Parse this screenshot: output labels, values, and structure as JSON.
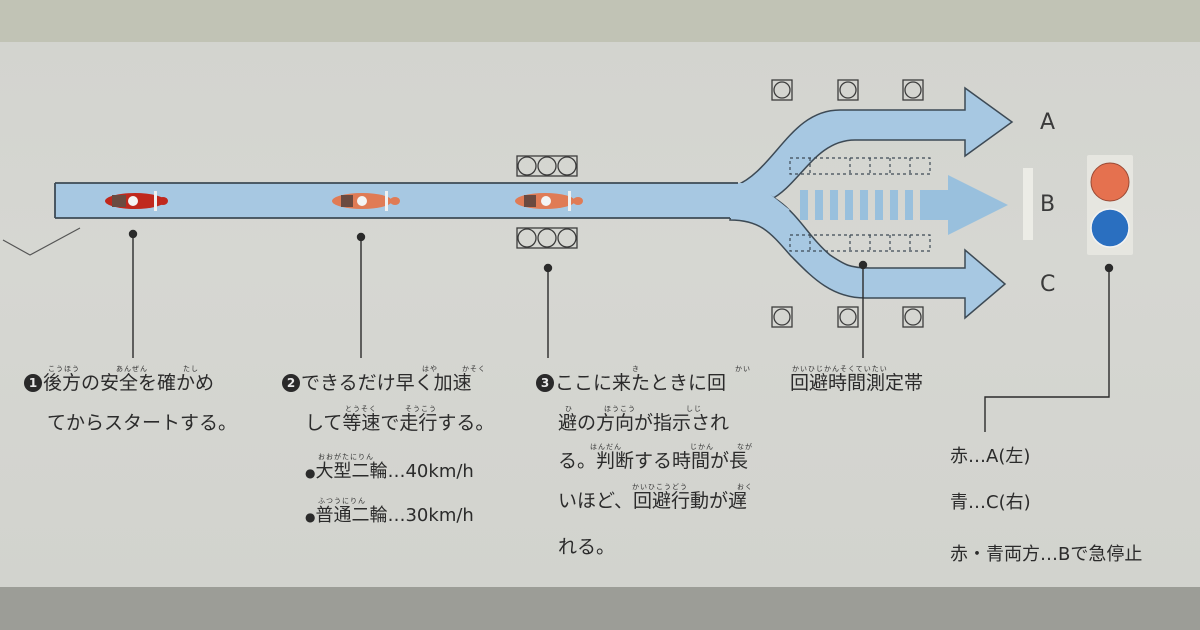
{
  "diagram": {
    "colors": {
      "lane_fill": "#a7c8e2",
      "lane_stroke": "#3d4a55",
      "signal_red": "#e5714f",
      "signal_blue": "#2a6fc0",
      "motorcycle_red": "#c0281d",
      "motorcycle_orange": "#e07b55"
    },
    "lanes": [
      {
        "id": "A",
        "label": "A"
      },
      {
        "id": "B",
        "label": "B"
      },
      {
        "id": "C",
        "label": "C"
      }
    ],
    "motorcycles": [
      {
        "position": "start",
        "color": "red"
      },
      {
        "position": "accelerating",
        "color": "orange"
      },
      {
        "position": "avoidance-point",
        "color": "orange"
      }
    ],
    "signal": {
      "lights": [
        "red",
        "blue"
      ]
    }
  },
  "captions": {
    "step1": {
      "number": "1",
      "line1": "後方の安全を確かめ",
      "line2": "てからスタートする。",
      "ruby": [
        {
          "text": "こうほう",
          "over": "後方"
        },
        {
          "text": "あんぜん",
          "over": "安全"
        },
        {
          "text": "たし",
          "over": "確"
        }
      ]
    },
    "step2": {
      "number": "2",
      "line1": "できるだけ早く加速",
      "line2": "して等速で走行する。",
      "ruby": [
        {
          "text": "はや",
          "over": "早"
        },
        {
          "text": "かそく",
          "over": "加速"
        },
        {
          "text": "とうそく",
          "over": "等速"
        },
        {
          "text": "そうこう",
          "over": "走行"
        }
      ],
      "speeds": [
        {
          "bullet": "●",
          "label": "大型二輪",
          "ruby": "おおがたにりん",
          "value": "…40km/h"
        },
        {
          "bullet": "●",
          "label": "普通二輪",
          "ruby": "ふつうにりん",
          "value": "…30km/h"
        }
      ]
    },
    "step3": {
      "number": "3",
      "line1": "ここに来たときに回",
      "line2": "避の方向が指示され",
      "line3": "る。判断する時間が長",
      "line4": "いほど、回避行動が遅",
      "line5": "れる。",
      "ruby": [
        {
          "text": "き",
          "over": "来"
        },
        {
          "text": "かい",
          "over": "回"
        },
        {
          "text": "ひ",
          "over": "避"
        },
        {
          "text": "ほうこう",
          "over": "方向"
        },
        {
          "text": "しじ",
          "over": "指示"
        },
        {
          "text": "はんだん",
          "over": "判断"
        },
        {
          "text": "じかん",
          "over": "時間"
        },
        {
          "text": "なが",
          "over": "長"
        },
        {
          "text": "かいひこうどう",
          "over": "回避行動"
        },
        {
          "text": "おく",
          "over": "遅"
        }
      ]
    },
    "zone": {
      "label": "回避時間測定帯",
      "ruby": "かいひじかんそくていたい"
    },
    "signal_legend": {
      "red": "赤…A(左)",
      "blue": "青…C(右)",
      "both": "赤・青両方…Bで急停止"
    }
  }
}
